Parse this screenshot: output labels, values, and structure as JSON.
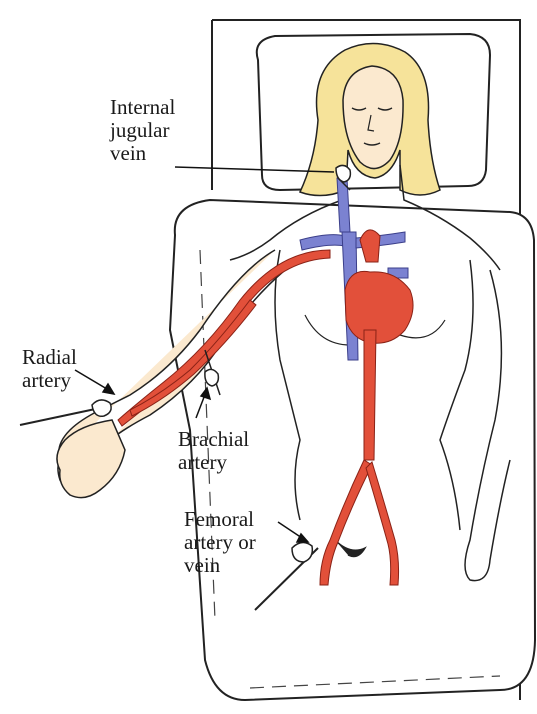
{
  "labels": {
    "internal_jugular_vein": "Internal\njugular\nvein",
    "radial_artery": "Radial\nartery",
    "brachial_artery": "Brachial\nartery",
    "femoral_artery_or_vein": "Femoral\nartery or\nvein"
  },
  "colors": {
    "artery": "#e2503a",
    "vein": "#7b82d1",
    "hair": "#f6e39a",
    "skin": "#fbe9cf",
    "outline": "#222222"
  }
}
